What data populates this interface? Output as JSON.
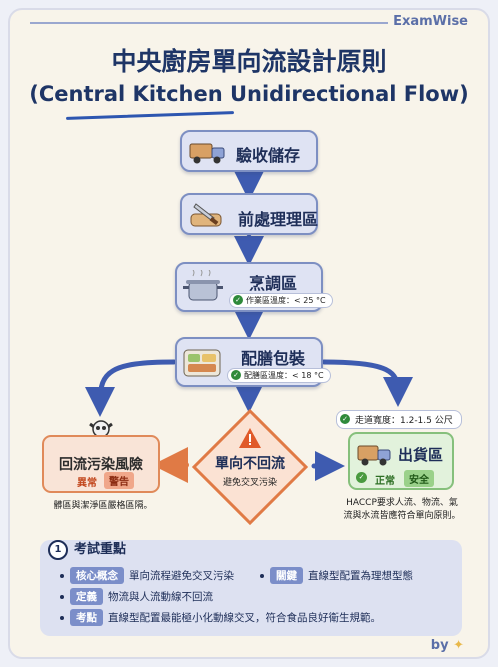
{
  "brand": "ExamWise",
  "title": "中央廚房單向流設計原則",
  "subtitle": "(Central Kitchen Unidirectional Flow)",
  "steps": {
    "receiving": "驗收儲存",
    "prep": "前處理理區",
    "cooking": "烹調區",
    "cooking_temp": "作業區溫度：< 25 °C",
    "packing": "配膳包裝",
    "packing_temp": "配膳區溫度：< 18 °C"
  },
  "risk": {
    "title": "回流污染風險",
    "tag_abnormal": "異常",
    "tag_warning": "警告",
    "note": "髒區與潔淨區嚴格區隔。"
  },
  "center": {
    "title": "單向不回流",
    "sub": "避免交叉污染"
  },
  "dispatch": {
    "width_note": "走道寬度：1.2-1.5 公尺",
    "title": "出貨區",
    "tag_normal": "正常",
    "tag_safe": "安全",
    "note_line1": "HACCP要求人流、物流、氣",
    "note_line2": "流與水流皆應符合單向原則。"
  },
  "key_points": {
    "number": "1",
    "heading": "考試重點",
    "core_label": "核心概念",
    "core_text": "單向流程避免交叉污染",
    "key_label": "關鍵",
    "key_text": "直線型配置為理想型態",
    "def_label": "定義",
    "def_text": "物流與人流動線不回流",
    "point_label": "考點",
    "point_text": "直線型配置最能極小化動線交叉，符合食品良好衛生規範。"
  },
  "footer": {
    "by": "by"
  },
  "colors": {
    "navy": "#1e3566",
    "arrow": "#3e5bb0",
    "risk": "#e07a45",
    "safe": "#4a9a40"
  }
}
